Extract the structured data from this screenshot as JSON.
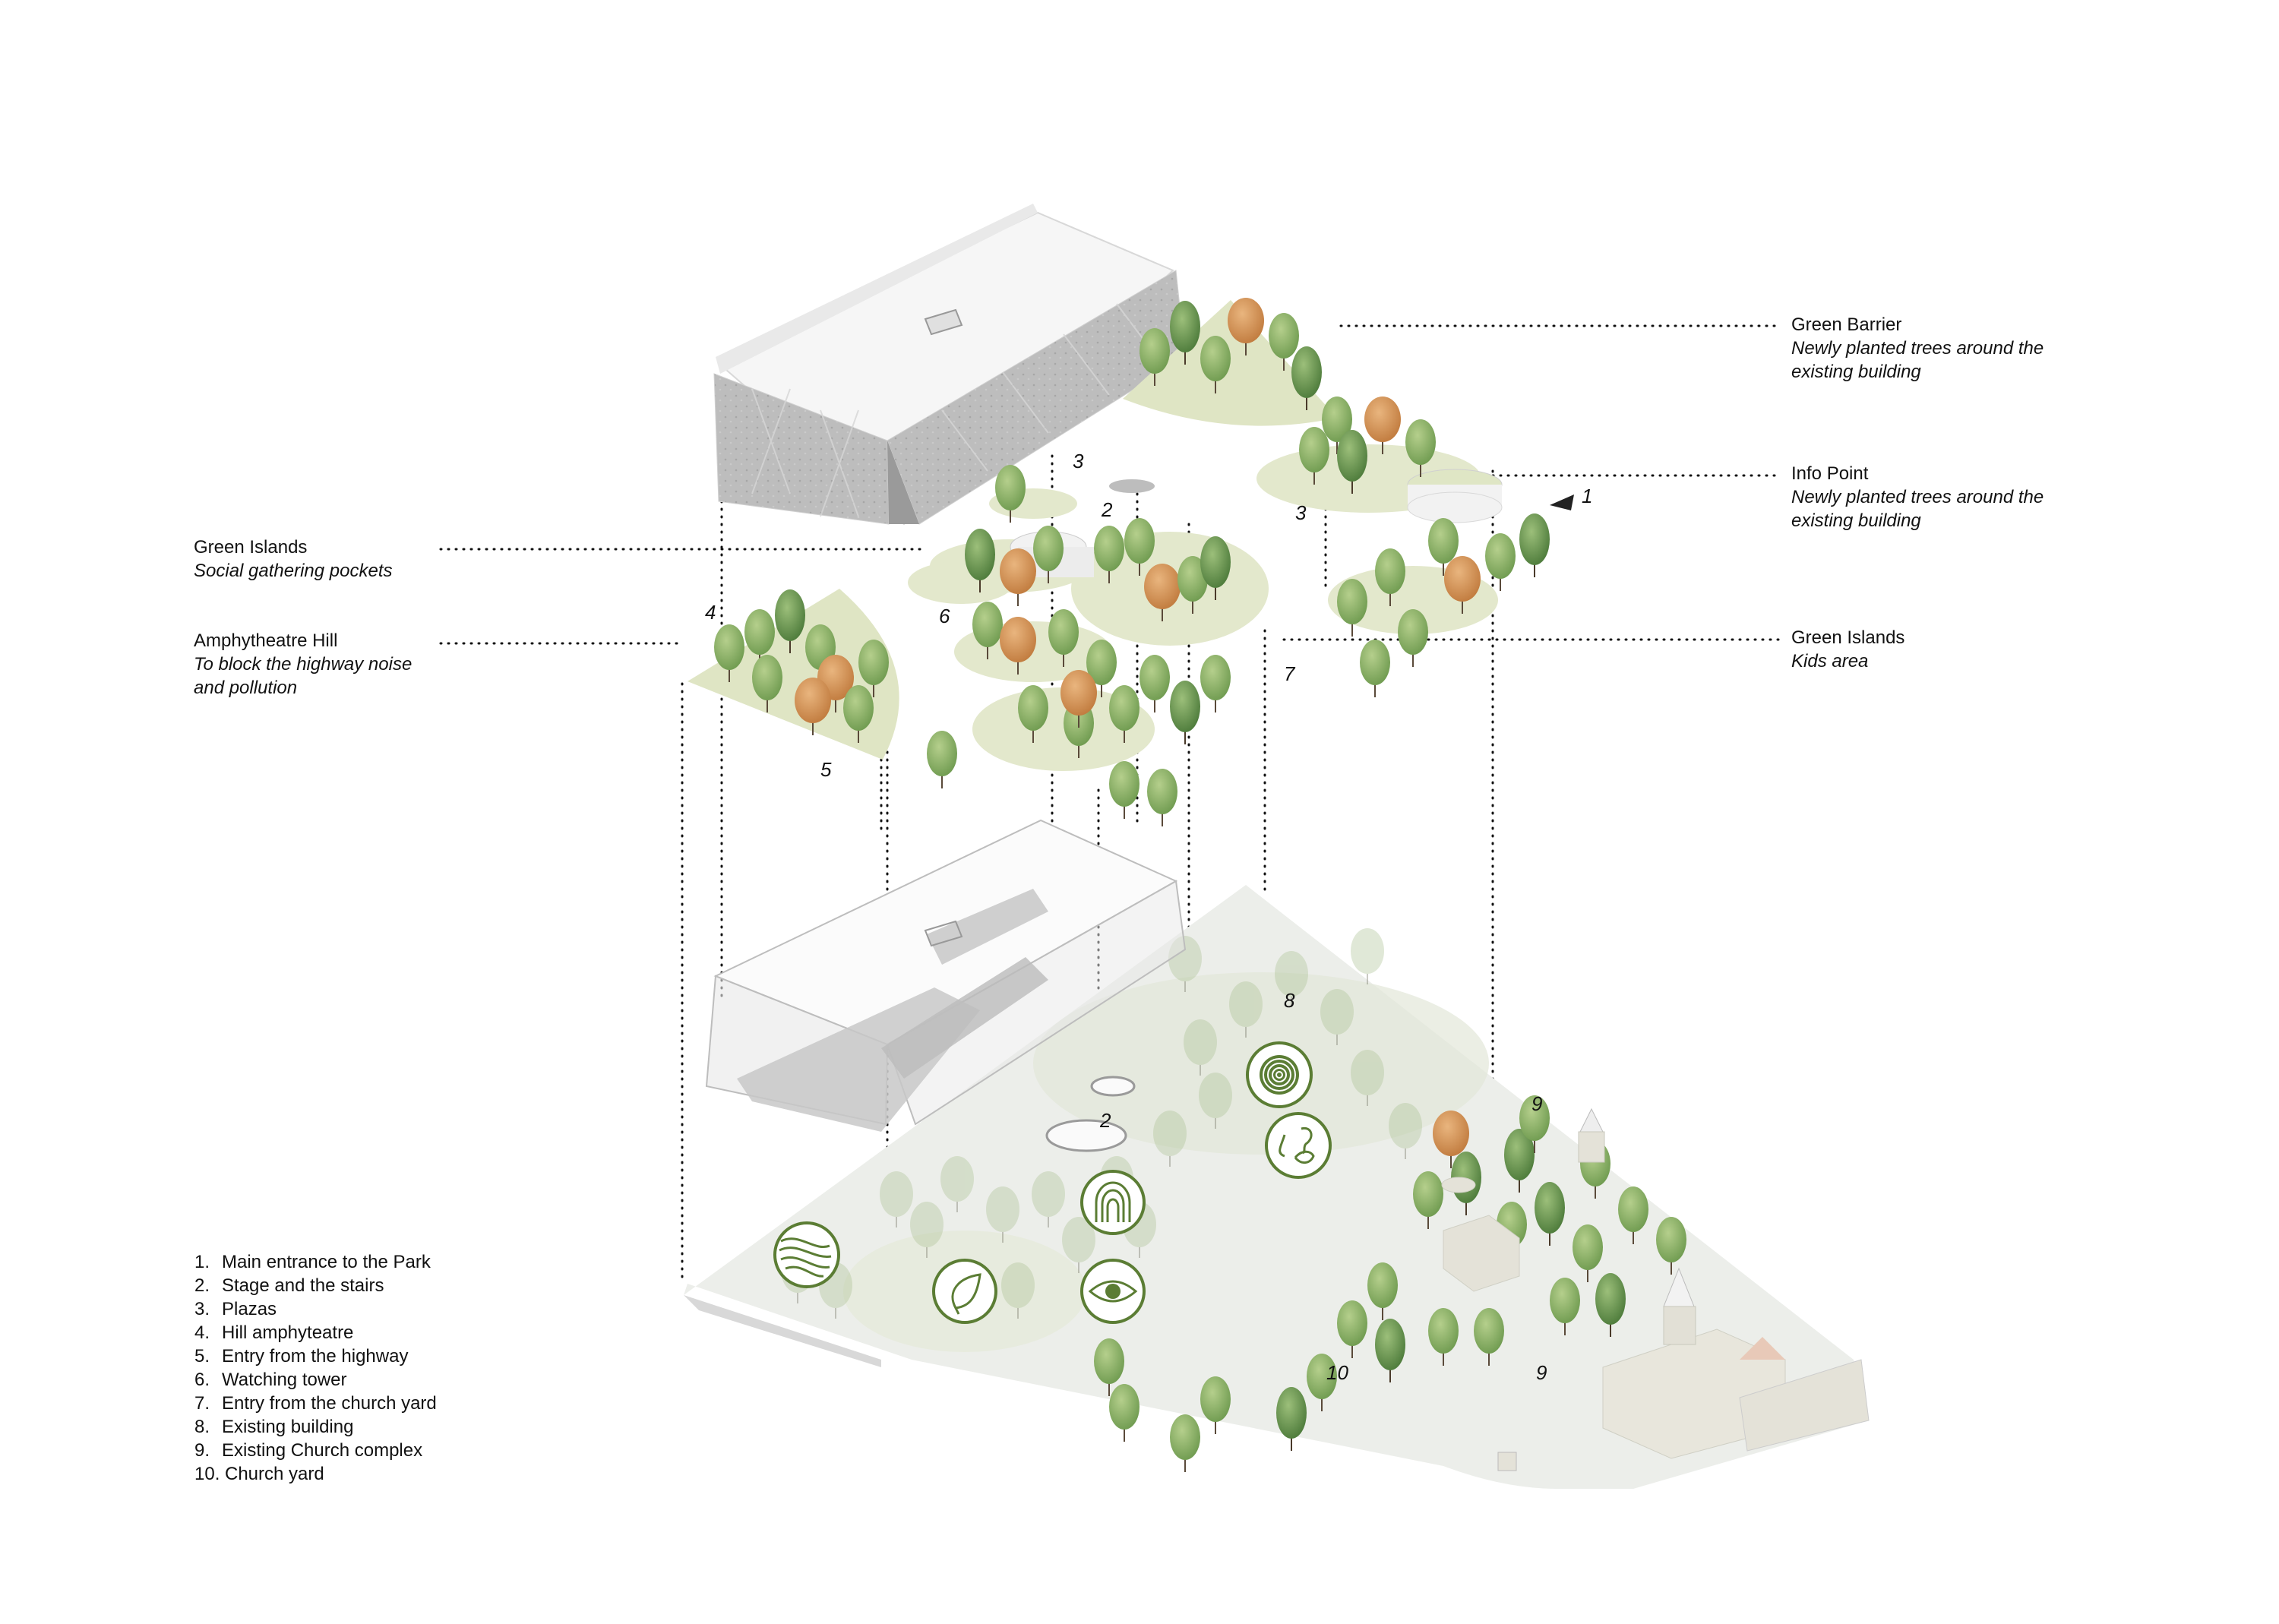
{
  "callouts": {
    "green_barrier": {
      "title": "Green Barrier",
      "desc_line1": "Newly planted trees around the",
      "desc_line2": "existing building"
    },
    "info_point": {
      "title": "Info Point",
      "desc_line1": "Newly planted trees around the",
      "desc_line2": "existing building"
    },
    "green_islands_kids": {
      "title": "Green Islands",
      "desc_line1": "Kids area"
    },
    "green_islands_social": {
      "title": "Green Islands",
      "desc_line1": "Social gathering pockets"
    },
    "amphitheatre_hill": {
      "title": "Amphytheatre Hill",
      "desc_line1": "To block the highway noise",
      "desc_line2": "and pollution"
    }
  },
  "markers": {
    "m1": "1",
    "m2_top": "2",
    "m2_bottom": "2",
    "m3_left": "3",
    "m3_right": "3",
    "m4": "4",
    "m5": "5",
    "m6": "6",
    "m7": "7",
    "m8": "8",
    "m9_top": "9",
    "m9_bottom": "9",
    "m10": "10"
  },
  "legend": [
    {
      "num": "1.",
      "label": "Main entrance to the Park"
    },
    {
      "num": "2.",
      "label": "Stage and the stairs"
    },
    {
      "num": "3.",
      "label": "Plazas"
    },
    {
      "num": "4.",
      "label": "Hill amphyteatre"
    },
    {
      "num": "5.",
      "label": "Entry from the highway"
    },
    {
      "num": "6.",
      "label": "Watching tower"
    },
    {
      "num": "7.",
      "label": "Entry from the church yard"
    },
    {
      "num": "8.",
      "label": "Existing building"
    },
    {
      "num": "9.",
      "label": "Existing Church complex"
    },
    {
      "num": "10.",
      "label": "Church yard"
    }
  ],
  "icons": [
    {
      "name": "terrain-waves-icon"
    },
    {
      "name": "leaf-icon"
    },
    {
      "name": "arch-rainbow-icon"
    },
    {
      "name": "eye-icon"
    },
    {
      "name": "tree-rings-icon"
    },
    {
      "name": "senses-nose-ear-hand-icon"
    }
  ],
  "colors": {
    "icon_green": "#5b7d34",
    "grass": "#dfe5c4",
    "tree_green": "#8fb36a",
    "tree_dark": "#5f8b4a",
    "tree_autumn": "#d2955a",
    "building_facade": "#b9b9b9",
    "ground_plane": "#eceeea"
  }
}
